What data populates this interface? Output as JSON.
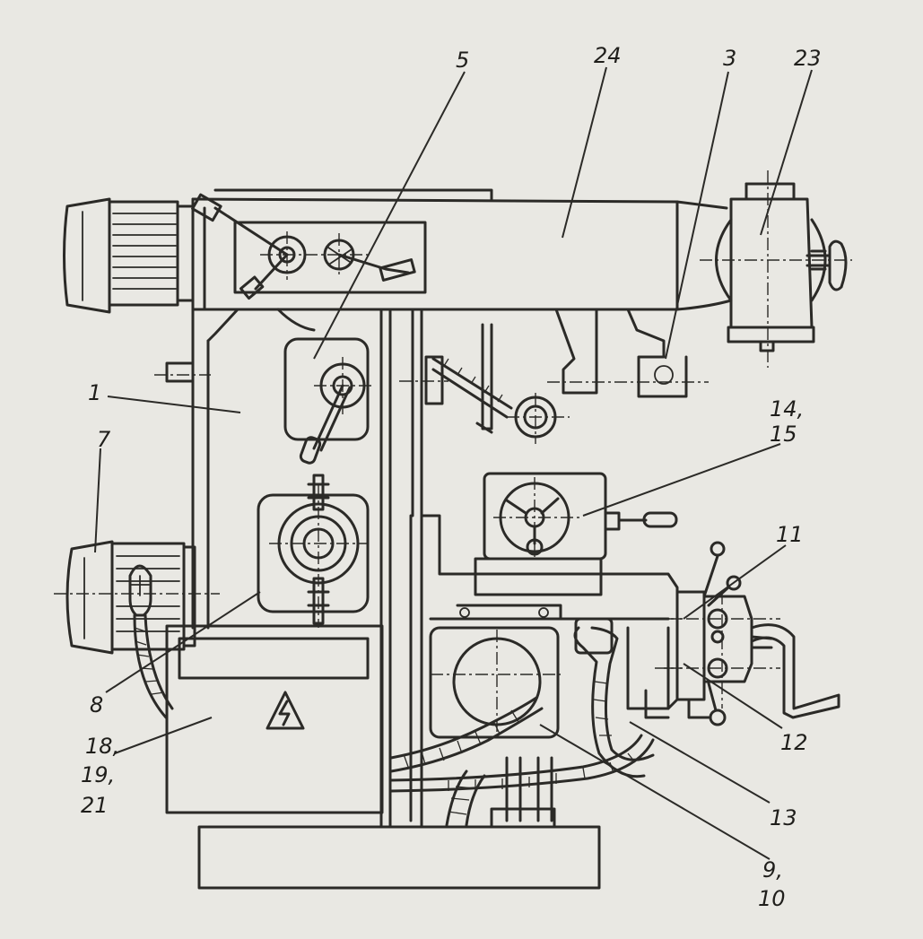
{
  "labels": {
    "l1": "1",
    "l3": "3",
    "l5": "5",
    "l7": "7",
    "l8": "8",
    "l9a": "9,",
    "l9b": "10",
    "l11": "11",
    "l12": "12",
    "l13": "13",
    "l14a": "14,",
    "l14b": "15",
    "l18a": "18,",
    "l18b": "19,",
    "l18c": "21",
    "l23": "23",
    "l24": "24"
  },
  "symbols": {
    "warning": "high-voltage-warning-icon"
  },
  "colors": {
    "paper": "#e9e8e3",
    "ink": "#2b2a27"
  }
}
